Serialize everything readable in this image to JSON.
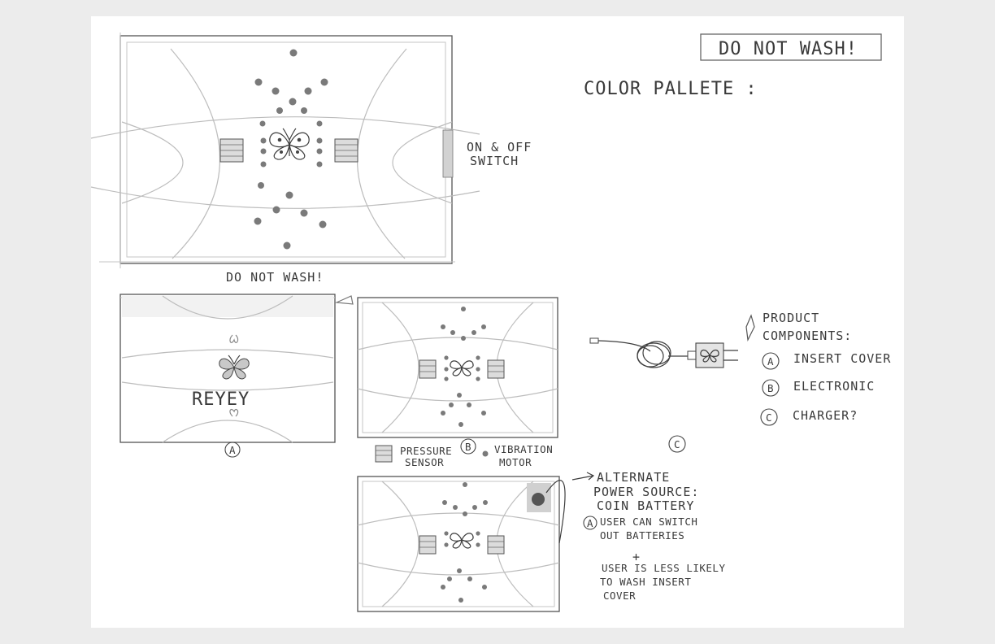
{
  "header": {
    "do_not_wash_box": "DO NOT WASH!"
  },
  "color_palette_label": "COLOR PALLETE :",
  "main_sketch": {
    "switch_label_1": "ON & OFF",
    "switch_label_2": "SWITCH",
    "do_not_wash": "DO NOT WASH!"
  },
  "cover_sketch": {
    "brand_text": "REYEY",
    "label": "A"
  },
  "electronic_sketch": {
    "label": "B"
  },
  "legend": {
    "pressure_1": "PRESSURE",
    "pressure_2": "SENSOR",
    "vibration_1": "VIBRATION",
    "vibration_2": "MOTOR"
  },
  "charger": {
    "label": "C"
  },
  "components": {
    "title_1": "PRODUCT",
    "title_2": "COMPONENTS:",
    "items": [
      {
        "marker": "A",
        "text": "INSERT COVER"
      },
      {
        "marker": "B",
        "text": "ELECTRONIC"
      },
      {
        "marker": "C",
        "text": "CHARGER?"
      }
    ]
  },
  "alternate": {
    "lines": [
      "ALTERNATE",
      "POWER SOURCE:",
      "COIN BATTERY"
    ],
    "marker": "A",
    "note_lines": [
      "USER CAN SWITCH",
      "OUT BATTERIES"
    ],
    "plus": "+",
    "note2_lines": [
      "USER IS LESS LIKELY",
      "TO WASH INSERT",
      "COVER"
    ]
  }
}
